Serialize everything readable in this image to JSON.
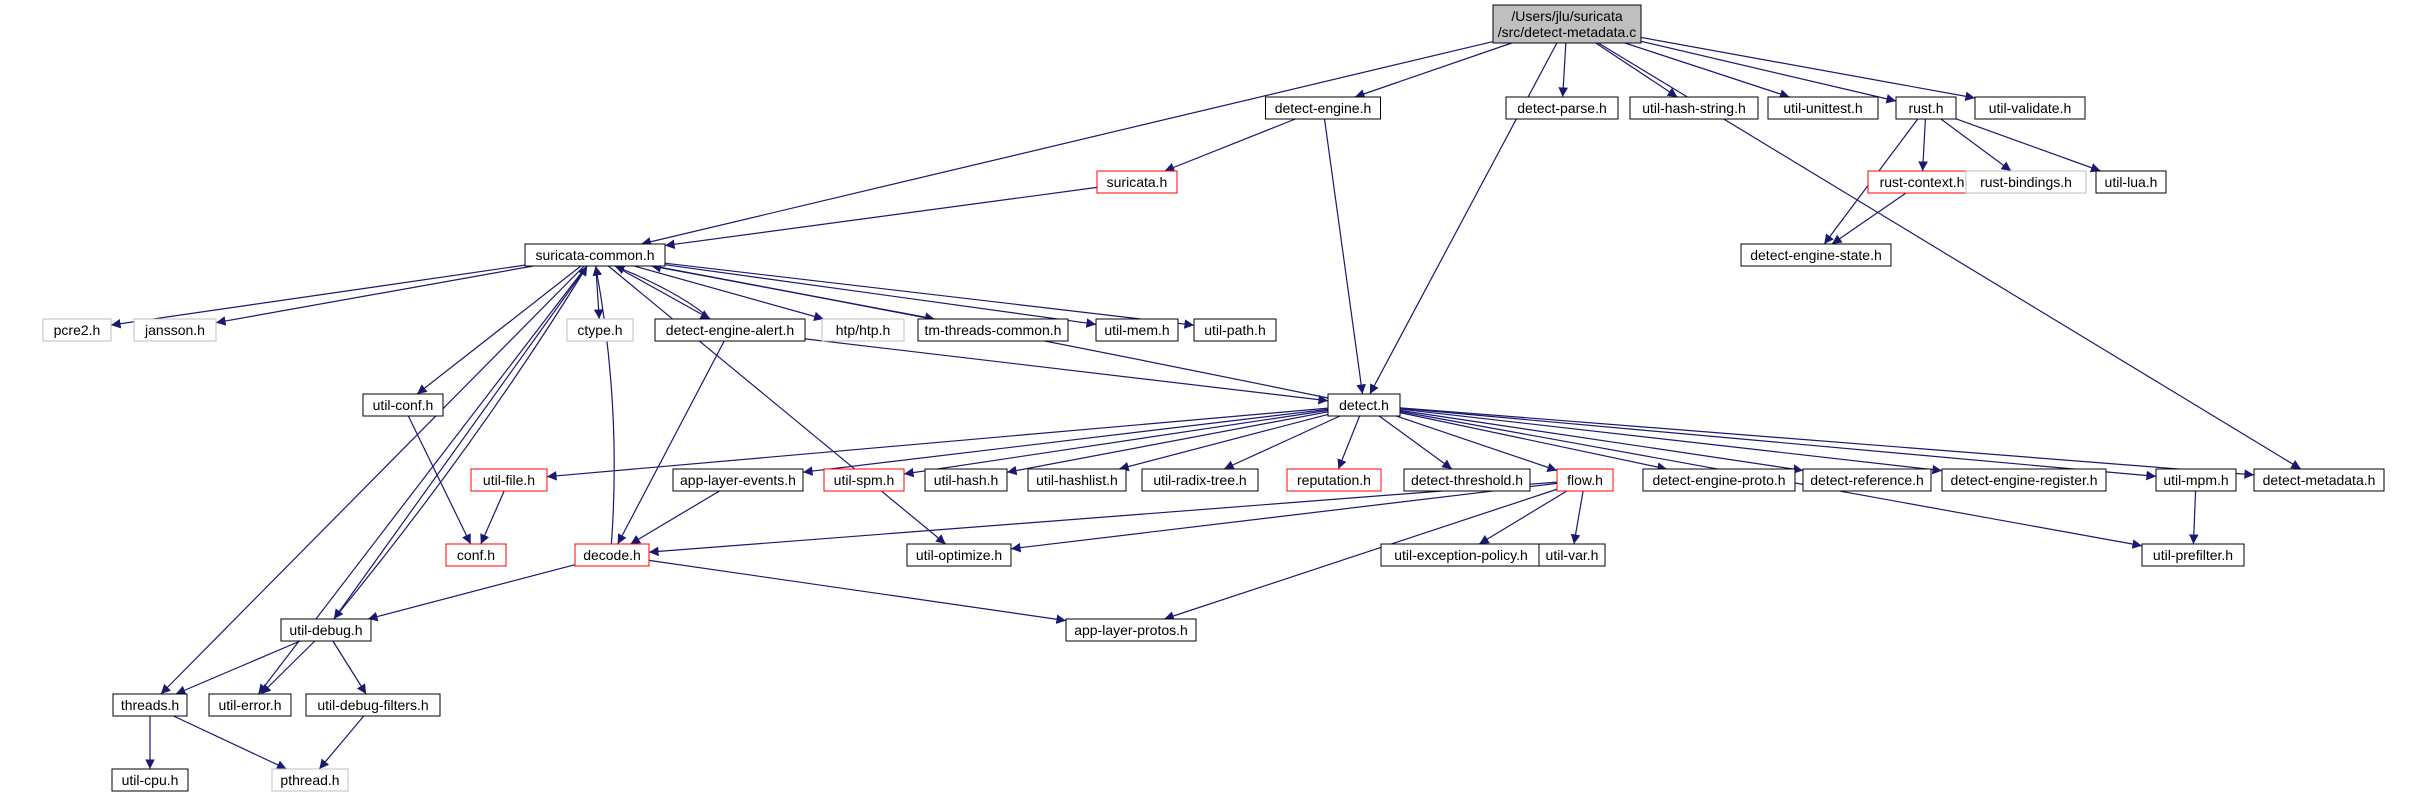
{
  "colors": {
    "edge": "#191970",
    "border_normal": "#000000",
    "border_truncated": "#ff0000",
    "border_external": "#bfbfbf",
    "root_fill": "#bfbfbf",
    "node_fill": "#ffffff",
    "text": "#000000"
  },
  "nodes": [
    {
      "id": "root",
      "lines": [
        "/Users/jlu/suricata",
        "/src/detect-metadata.c"
      ],
      "style": "root"
    },
    {
      "id": "detect-engine",
      "lines": [
        "detect-engine.h"
      ],
      "style": "normal"
    },
    {
      "id": "detect-parse",
      "lines": [
        "detect-parse.h"
      ],
      "style": "normal"
    },
    {
      "id": "util-hash-string",
      "lines": [
        "util-hash-string.h"
      ],
      "style": "normal"
    },
    {
      "id": "util-unittest",
      "lines": [
        "util-unittest.h"
      ],
      "style": "normal"
    },
    {
      "id": "rust",
      "lines": [
        "rust.h"
      ],
      "style": "normal"
    },
    {
      "id": "util-validate",
      "lines": [
        "util-validate.h"
      ],
      "style": "normal"
    },
    {
      "id": "suricata",
      "lines": [
        "suricata.h"
      ],
      "style": "truncated"
    },
    {
      "id": "rust-context",
      "lines": [
        "rust-context.h"
      ],
      "style": "truncated"
    },
    {
      "id": "rust-bindings",
      "lines": [
        "rust-bindings.h"
      ],
      "style": "external"
    },
    {
      "id": "util-lua",
      "lines": [
        "util-lua.h"
      ],
      "style": "normal"
    },
    {
      "id": "suricata-common",
      "lines": [
        "suricata-common.h"
      ],
      "style": "normal"
    },
    {
      "id": "detect-engine-state",
      "lines": [
        "detect-engine-state.h"
      ],
      "style": "normal"
    },
    {
      "id": "pcre2",
      "lines": [
        "pcre2.h"
      ],
      "style": "external"
    },
    {
      "id": "jansson",
      "lines": [
        "jansson.h"
      ],
      "style": "external"
    },
    {
      "id": "ctype",
      "lines": [
        "ctype.h"
      ],
      "style": "external"
    },
    {
      "id": "detect-engine-alert",
      "lines": [
        "detect-engine-alert.h"
      ],
      "style": "normal"
    },
    {
      "id": "htp",
      "lines": [
        "htp/htp.h"
      ],
      "style": "external"
    },
    {
      "id": "tm-threads-common",
      "lines": [
        "tm-threads-common.h"
      ],
      "style": "normal"
    },
    {
      "id": "util-mem",
      "lines": [
        "util-mem.h"
      ],
      "style": "normal"
    },
    {
      "id": "util-path",
      "lines": [
        "util-path.h"
      ],
      "style": "normal"
    },
    {
      "id": "util-conf",
      "lines": [
        "util-conf.h"
      ],
      "style": "normal"
    },
    {
      "id": "detect",
      "lines": [
        "detect.h"
      ],
      "style": "normal"
    },
    {
      "id": "util-file",
      "lines": [
        "util-file.h"
      ],
      "style": "truncated"
    },
    {
      "id": "app-layer-events",
      "lines": [
        "app-layer-events.h"
      ],
      "style": "normal"
    },
    {
      "id": "util-spm",
      "lines": [
        "util-spm.h"
      ],
      "style": "truncated"
    },
    {
      "id": "util-hash",
      "lines": [
        "util-hash.h"
      ],
      "style": "normal"
    },
    {
      "id": "util-hashlist",
      "lines": [
        "util-hashlist.h"
      ],
      "style": "normal"
    },
    {
      "id": "util-radix-tree",
      "lines": [
        "util-radix-tree.h"
      ],
      "style": "normal"
    },
    {
      "id": "reputation",
      "lines": [
        "reputation.h"
      ],
      "style": "truncated"
    },
    {
      "id": "detect-threshold",
      "lines": [
        "detect-threshold.h"
      ],
      "style": "normal"
    },
    {
      "id": "flow",
      "lines": [
        "flow.h"
      ],
      "style": "truncated"
    },
    {
      "id": "detect-engine-proto",
      "lines": [
        "detect-engine-proto.h"
      ],
      "style": "normal"
    },
    {
      "id": "detect-reference",
      "lines": [
        "detect-reference.h"
      ],
      "style": "normal"
    },
    {
      "id": "detect-engine-register",
      "lines": [
        "detect-engine-register.h"
      ],
      "style": "normal"
    },
    {
      "id": "util-mpm",
      "lines": [
        "util-mpm.h"
      ],
      "style": "normal"
    },
    {
      "id": "detect-metadata",
      "lines": [
        "detect-metadata.h"
      ],
      "style": "normal"
    },
    {
      "id": "conf",
      "lines": [
        "conf.h"
      ],
      "style": "truncated"
    },
    {
      "id": "decode",
      "lines": [
        "decode.h"
      ],
      "style": "truncated"
    },
    {
      "id": "util-optimize",
      "lines": [
        "util-optimize.h"
      ],
      "style": "normal"
    },
    {
      "id": "util-exception-policy",
      "lines": [
        "util-exception-policy.h"
      ],
      "style": "normal"
    },
    {
      "id": "util-var",
      "lines": [
        "util-var.h"
      ],
      "style": "normal"
    },
    {
      "id": "util-prefilter",
      "lines": [
        "util-prefilter.h"
      ],
      "style": "normal"
    },
    {
      "id": "util-debug",
      "lines": [
        "util-debug.h"
      ],
      "style": "normal"
    },
    {
      "id": "app-layer-protos",
      "lines": [
        "app-layer-protos.h"
      ],
      "style": "normal"
    },
    {
      "id": "threads",
      "lines": [
        "threads.h"
      ],
      "style": "normal"
    },
    {
      "id": "util-error",
      "lines": [
        "util-error.h"
      ],
      "style": "normal"
    },
    {
      "id": "util-debug-filters",
      "lines": [
        "util-debug-filters.h"
      ],
      "style": "normal"
    },
    {
      "id": "util-cpu",
      "lines": [
        "util-cpu.h"
      ],
      "style": "normal"
    },
    {
      "id": "pthread",
      "lines": [
        "pthread.h"
      ],
      "style": "external"
    }
  ],
  "edges": [
    [
      "root",
      "detect-engine"
    ],
    [
      "root",
      "detect-parse"
    ],
    [
      "root",
      "util-hash-string"
    ],
    [
      "root",
      "util-unittest"
    ],
    [
      "root",
      "rust"
    ],
    [
      "root",
      "util-validate"
    ],
    [
      "root",
      "suricata-common"
    ],
    [
      "root",
      "detect"
    ],
    [
      "root",
      "detect-metadata"
    ],
    [
      "detect-engine",
      "suricata"
    ],
    [
      "detect-engine",
      "detect"
    ],
    [
      "suricata",
      "suricata-common"
    ],
    [
      "rust",
      "rust-context"
    ],
    [
      "rust",
      "rust-bindings"
    ],
    [
      "rust",
      "util-lua"
    ],
    [
      "rust",
      "detect-engine-state"
    ],
    [
      "rust-context",
      "detect-engine-state"
    ],
    [
      "suricata-common",
      "pcre2"
    ],
    [
      "suricata-common",
      "jansson"
    ],
    [
      "suricata-common",
      "ctype"
    ],
    [
      "suricata-common",
      "detect-engine-alert"
    ],
    [
      "suricata-common",
      "htp"
    ],
    [
      "suricata-common",
      "tm-threads-common"
    ],
    [
      "suricata-common",
      "util-mem"
    ],
    [
      "suricata-common",
      "util-path"
    ],
    [
      "suricata-common",
      "util-conf"
    ],
    [
      "suricata-common",
      "threads"
    ],
    [
      "suricata-common",
      "util-debug"
    ],
    [
      "suricata-common",
      "util-error"
    ],
    [
      "suricata-common",
      "util-optimize"
    ],
    [
      "detect-engine-alert",
      "suricata-common"
    ],
    [
      "detect-engine-alert",
      "detect"
    ],
    [
      "detect-engine-alert",
      "decode"
    ],
    [
      "util-conf",
      "conf"
    ],
    [
      "detect",
      "suricata-common"
    ],
    [
      "detect",
      "util-file"
    ],
    [
      "detect",
      "app-layer-events"
    ],
    [
      "detect",
      "util-spm"
    ],
    [
      "detect",
      "util-hash"
    ],
    [
      "detect",
      "util-hashlist"
    ],
    [
      "detect",
      "util-radix-tree"
    ],
    [
      "detect",
      "reputation"
    ],
    [
      "detect",
      "detect-threshold"
    ],
    [
      "detect",
      "flow"
    ],
    [
      "detect",
      "detect-engine-proto"
    ],
    [
      "detect",
      "detect-reference"
    ],
    [
      "detect",
      "detect-engine-register"
    ],
    [
      "detect",
      "util-mpm"
    ],
    [
      "detect",
      "detect-metadata"
    ],
    [
      "detect",
      "util-prefilter"
    ],
    [
      "util-file",
      "conf"
    ],
    [
      "app-layer-events",
      "decode"
    ],
    [
      "flow",
      "decode"
    ],
    [
      "flow",
      "util-optimize"
    ],
    [
      "flow",
      "util-exception-policy"
    ],
    [
      "flow",
      "util-var"
    ],
    [
      "flow",
      "app-layer-protos"
    ],
    [
      "util-mpm",
      "util-prefilter"
    ],
    [
      "decode",
      "suricata-common"
    ],
    [
      "decode",
      "util-debug"
    ],
    [
      "decode",
      "app-layer-protos"
    ],
    [
      "util-debug",
      "suricata-common"
    ],
    [
      "util-debug",
      "threads"
    ],
    [
      "util-debug",
      "util-error"
    ],
    [
      "util-debug",
      "util-debug-filters"
    ],
    [
      "threads",
      "util-cpu"
    ],
    [
      "threads",
      "pthread"
    ],
    [
      "util-debug-filters",
      "pthread"
    ]
  ]
}
